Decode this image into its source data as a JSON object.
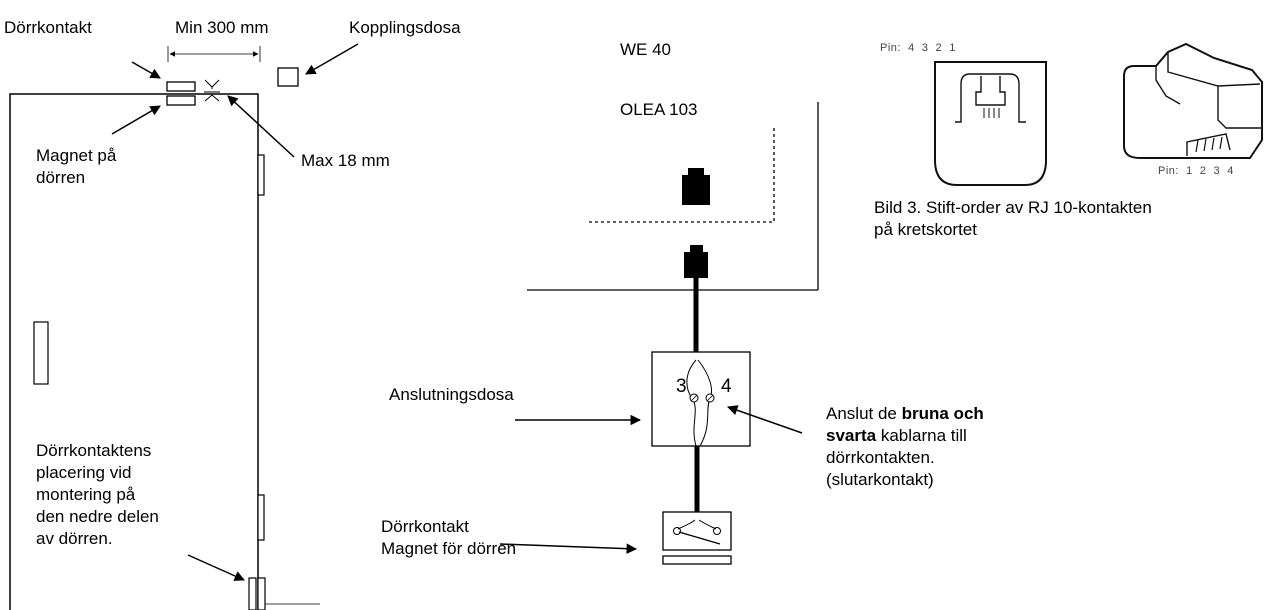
{
  "labels": {
    "door_contact_top": "Dörrkontakt",
    "min_distance": "Min 300 mm",
    "junction_box": "Kopplingsdosa",
    "magnet_line1": "Magnet på",
    "magnet_line2": "dörren",
    "max_gap": "Max 18 mm",
    "model_1": "WE 40",
    "model_2": "OLEA 103",
    "connection_box": "Anslutningsdosa",
    "terminal_3": "3",
    "terminal_4": "4",
    "instruction_pre": "Anslut de ",
    "instruction_bold_1": "bruna och",
    "instruction_bold_2": "svarta",
    "instruction_post": " kablarna till",
    "instruction_line3": "dörrkontakten.",
    "instruction_line4": "(slutarkontakt)",
    "switch_label_1": "Dörrkontakt",
    "switch_label_2": "Magnet för dörren",
    "lower_note": [
      "Dörrkontaktens",
      "placering vid",
      "montering på",
      "den nedre delen",
      "av dörren."
    ],
    "pin_top": "Pin:  4  3  2  1",
    "pin_bottom": "Pin:  1  2  3  4",
    "caption_1": "Bild 3. Stift-order av RJ 10-kontakten",
    "caption_2": "på kretskortet"
  }
}
